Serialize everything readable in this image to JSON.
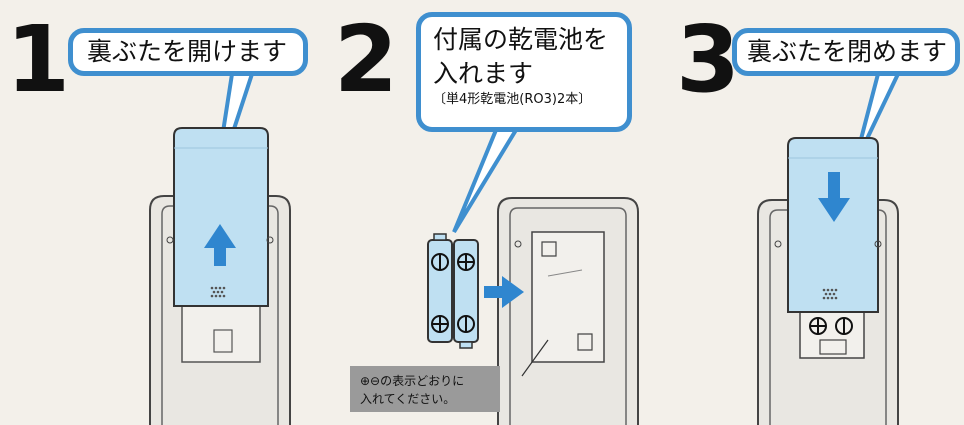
{
  "steps": [
    {
      "number": "1",
      "caption": "裏ぶたを開けます"
    },
    {
      "number": "2",
      "caption_line1": "付属の乾電池を",
      "caption_line2": "入れます",
      "caption_sub": "〔単4形乾電池(RO3)2本〕"
    },
    {
      "number": "3",
      "caption": "裏ぶたを閉めます"
    }
  ],
  "note": {
    "line1": "⊕⊖の表示どおりに",
    "line2": "入れてください。"
  },
  "colors": {
    "accent": "#3f8fcf",
    "cover": "#bfe0f2",
    "arrow": "#2f86cf"
  }
}
